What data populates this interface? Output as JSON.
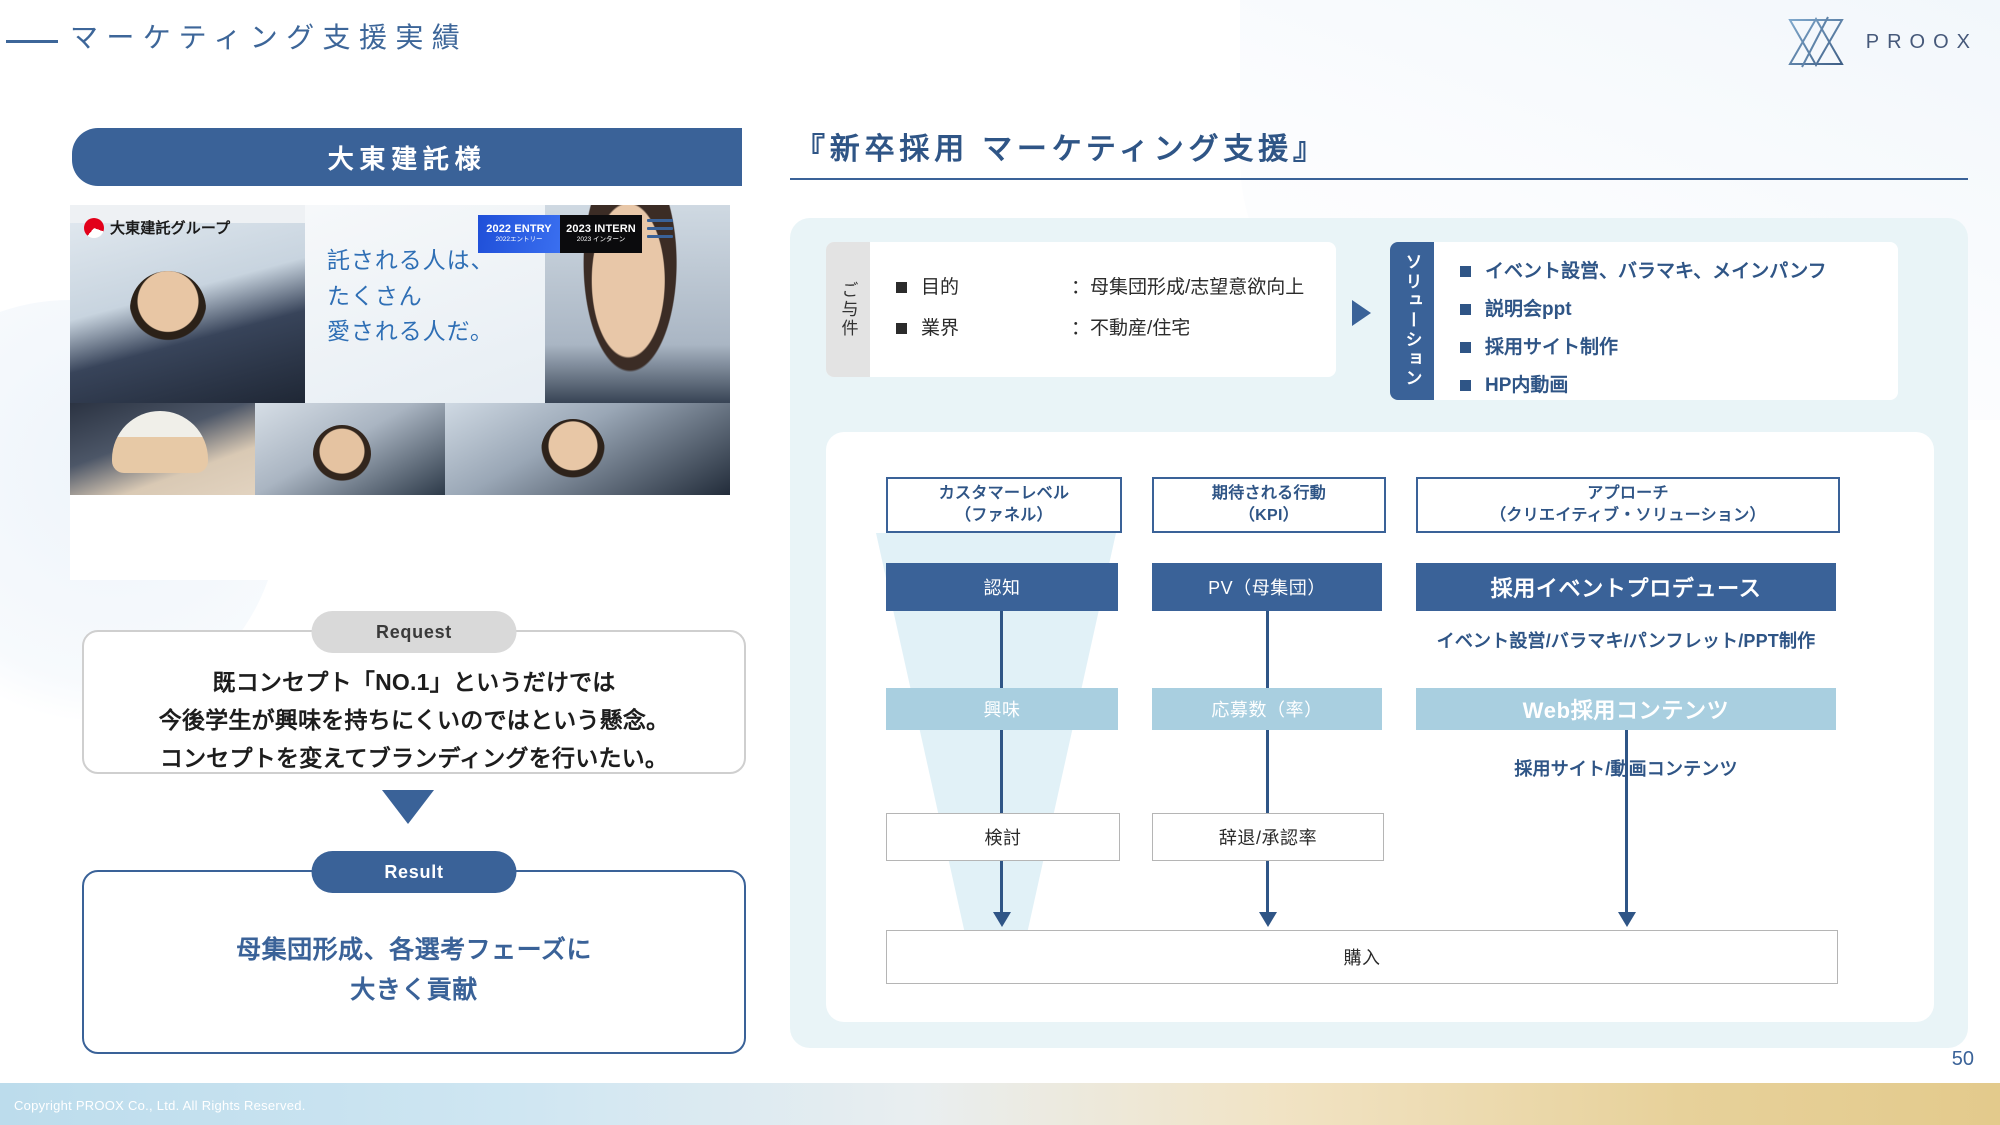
{
  "header": {
    "title": "マーケティング支援実績",
    "logo_text": "PROOX",
    "logo_icon": "proox-hexagram-logo"
  },
  "left": {
    "client_banner": "大東建託様",
    "site_mock": {
      "brand": "大東建託グループ",
      "nav": [
        {
          "en": "2022 ENTRY",
          "ja": "2022エントリー",
          "style": "blue"
        },
        {
          "en": "2023 INTERN",
          "ja": "2023 インターン",
          "style": "dark"
        }
      ],
      "menu_icon": "hamburger-menu-icon",
      "catchphrase": "託される人は、\nたくさん\n愛される人だ。"
    },
    "request": {
      "tab": "Request",
      "body": "既コンセプト「NO.1」というだけでは\n今後学生が興味を持ちにくいのではという懸念。\nコンセプトを変えてブランディングを行いたい。"
    },
    "result": {
      "tab": "Result",
      "body": "母集団形成、各選考フェーズに\n大きく貢献"
    }
  },
  "right": {
    "title": "『新卒採用 マーケティング支援』",
    "premise": {
      "label": "ご与件",
      "rows": [
        {
          "key": "目的",
          "value": "：母集団形成/志望意欲向上"
        },
        {
          "key": "業界",
          "value": "：不動産/住宅"
        }
      ]
    },
    "solution": {
      "label": "ソリューション",
      "items": [
        "イベント設営、バラマキ、メインパンフ",
        "説明会ppt",
        "採用サイト制作",
        "HP内動画"
      ]
    },
    "diagram": {
      "columns": [
        {
          "head": "カスタマーレベル\n（ファネル）"
        },
        {
          "head": "期待される行動\n（KPI）"
        },
        {
          "head": "アプローチ\n（クリエイティブ・ソリューション）"
        }
      ],
      "rows": [
        {
          "c1": "認知",
          "c2": "PV（母集団）",
          "c3": "採用イベントプロデュース"
        },
        {
          "c1": "興味",
          "c2": "応募数（率）",
          "c3": "Web採用コンテンツ"
        },
        {
          "c1": "検討",
          "c2": "辞退/承認率",
          "c3": ""
        }
      ],
      "notes": [
        "イベント設営/バラマキ/パンフレット/PPT制作",
        "採用サイト/動画コンテンツ"
      ],
      "footer_box": "購入"
    }
  },
  "footer": {
    "copyright": "Copyright  PROOX Co., Ltd. All Rights Reserved.",
    "page_number": "50"
  },
  "colors": {
    "brand_blue": "#3a6298",
    "deep_blue": "#2f5586",
    "light_blue": "#a9cfe0",
    "panel_bg": "#e9f4f7",
    "funnel": "#dceef6"
  }
}
